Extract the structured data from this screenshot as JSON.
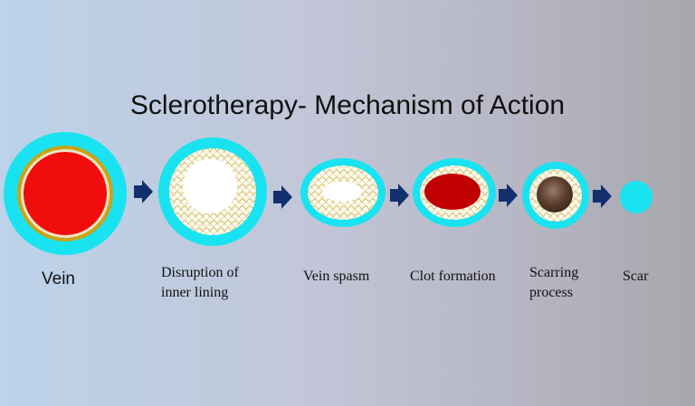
{
  "title": "Sclerotherapy- Mechanism of Action",
  "stages": [
    {
      "label_lines": [
        "Vein"
      ]
    },
    {
      "label_lines": [
        "Disruption of",
        "inner lining"
      ]
    },
    {
      "label_lines": [
        "Vein spasm"
      ]
    },
    {
      "label_lines": [
        "Clot formation"
      ]
    },
    {
      "label_lines": [
        "Scarring",
        "process"
      ]
    },
    {
      "label_lines": [
        "Scar"
      ]
    }
  ],
  "colors": {
    "outer_wall": "#19e3f0",
    "gold_ring": "#c9a417",
    "blood": "#f20d0d",
    "clot": "#c00000",
    "scar_core": "#6b4a3a",
    "mesh": "#e9dca2",
    "arrow": "#13306e"
  }
}
